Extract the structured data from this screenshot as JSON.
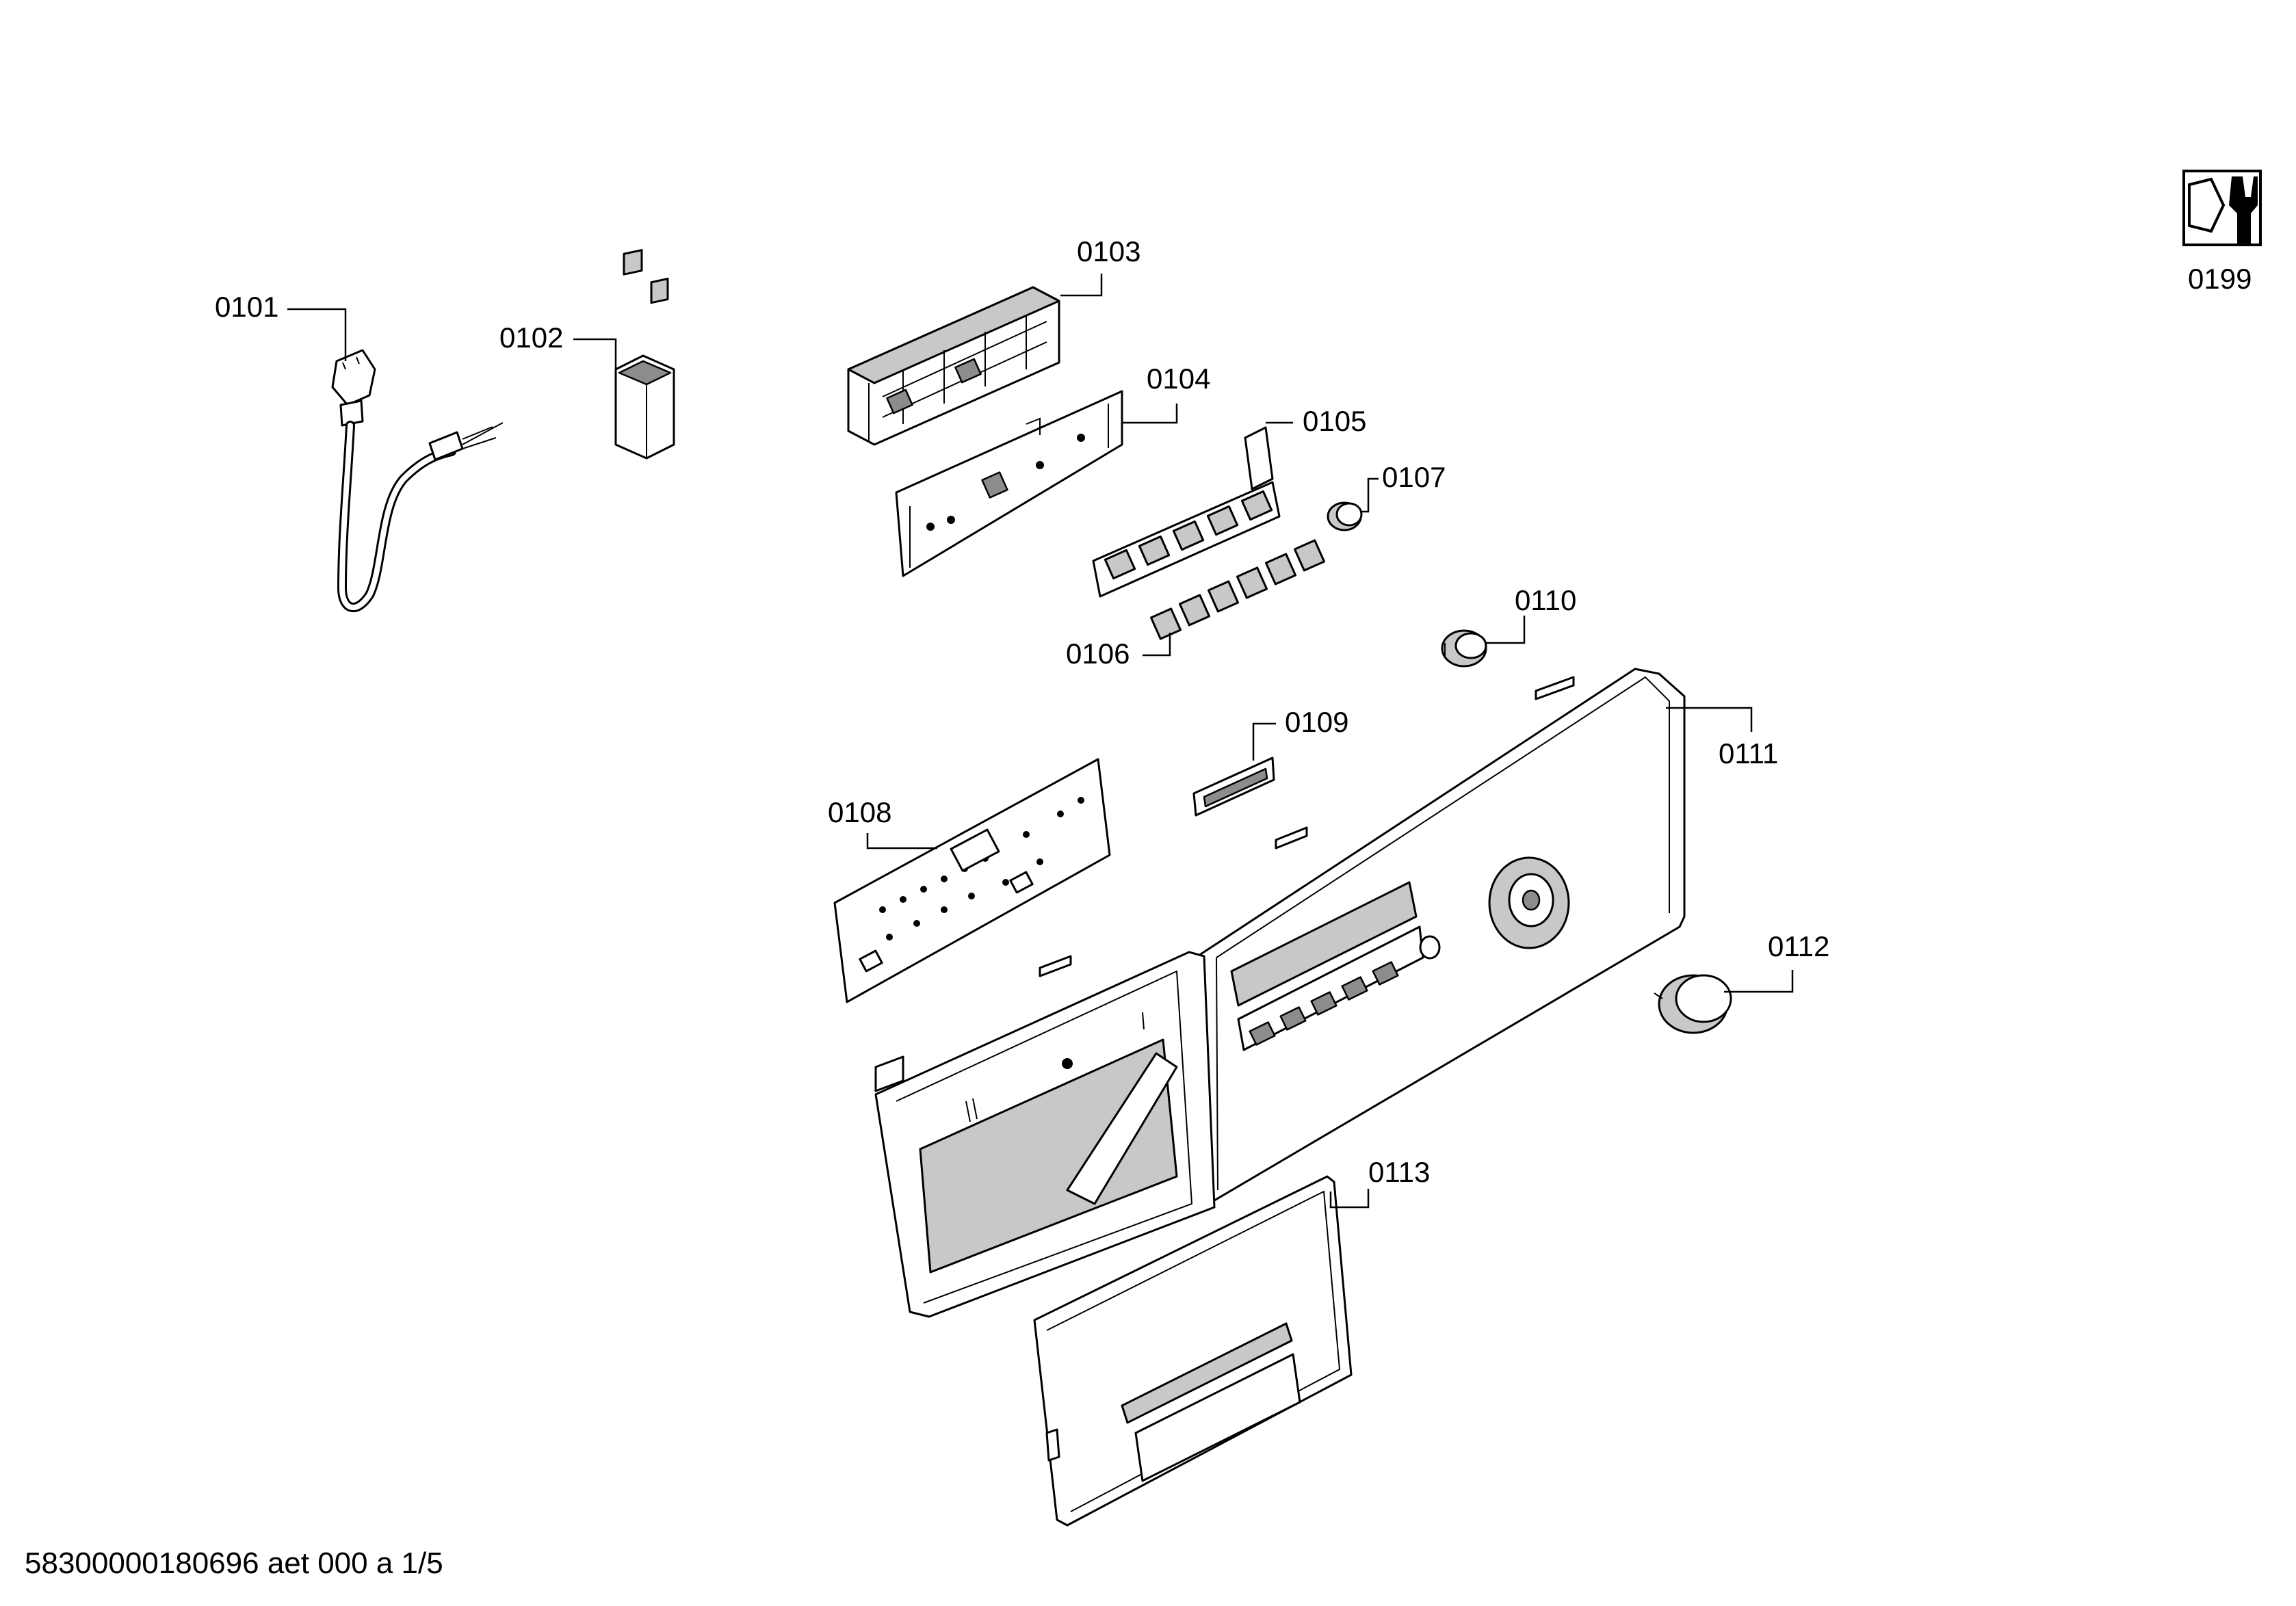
{
  "parts": [
    {
      "id": "0101",
      "label": "0101"
    },
    {
      "id": "0102",
      "label": "0102"
    },
    {
      "id": "0103",
      "label": "0103"
    },
    {
      "id": "0104",
      "label": "0104"
    },
    {
      "id": "0105",
      "label": "0105"
    },
    {
      "id": "0106",
      "label": "0106"
    },
    {
      "id": "0107",
      "label": "0107"
    },
    {
      "id": "0108",
      "label": "0108"
    },
    {
      "id": "0109",
      "label": "0109"
    },
    {
      "id": "0110",
      "label": "0110"
    },
    {
      "id": "0111",
      "label": "0111"
    },
    {
      "id": "0112",
      "label": "0112"
    },
    {
      "id": "0113",
      "label": "0113"
    },
    {
      "id": "0199",
      "label": "0199"
    }
  ],
  "footer": {
    "document_code": "58300000180696 aet 000 a 1/5"
  },
  "icons": {
    "service_icon": "wrench-nut-icon"
  },
  "colors": {
    "line": "#000000",
    "background": "#ffffff",
    "fill_light": "#c8c8c8",
    "fill_dark": "#8c8c8c"
  }
}
